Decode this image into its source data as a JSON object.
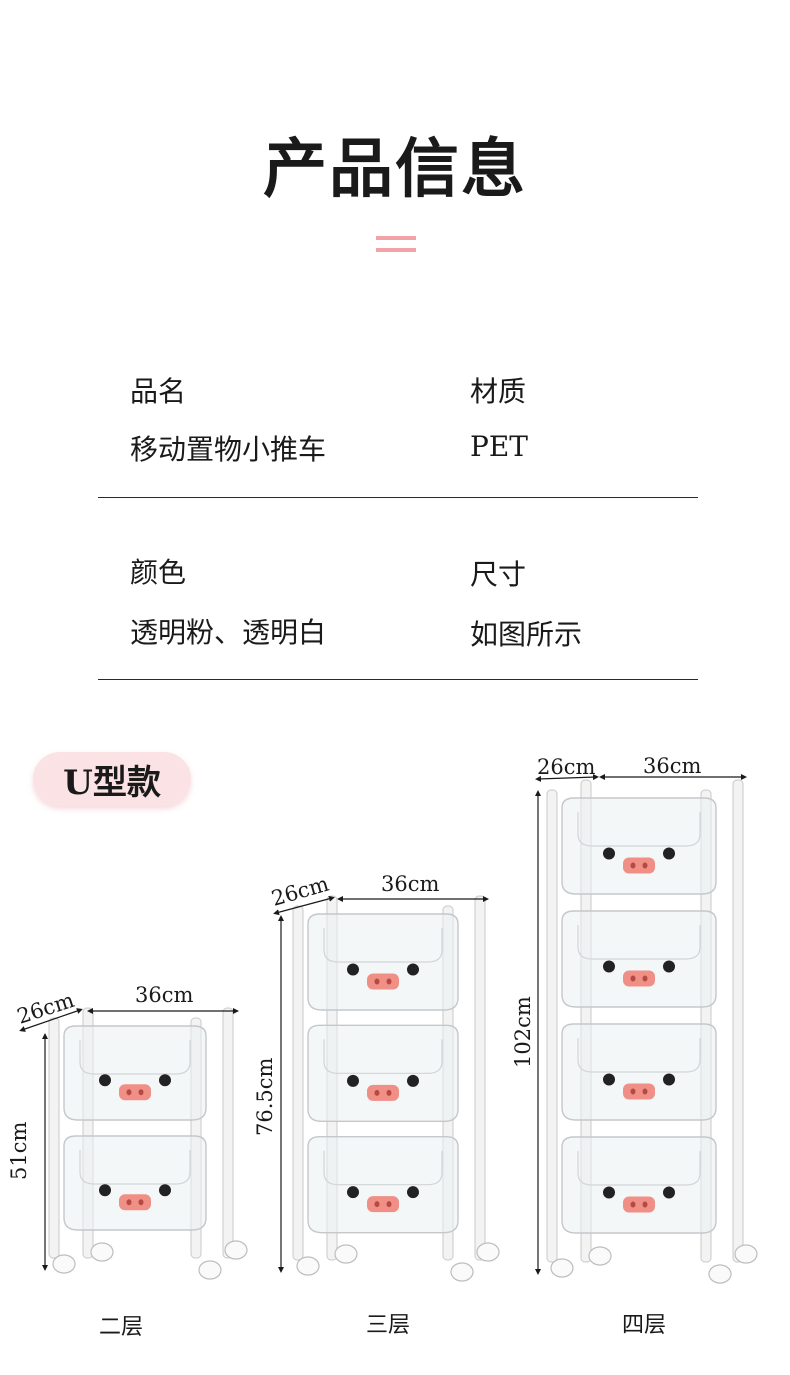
{
  "header": {
    "title": "产品信息"
  },
  "info": {
    "row1": {
      "k1": "品名",
      "v1": "移动置物小推车",
      "k2": "材质",
      "v2": "PET"
    },
    "row2": {
      "k1": "颜色",
      "v1": "透明粉、透明白",
      "k2": "尺寸",
      "v2": "如图所示"
    }
  },
  "badge": {
    "label": "U型款"
  },
  "carts": [
    {
      "tiers": "二层",
      "depth": "26cm",
      "width": "36cm",
      "height": "51cm"
    },
    {
      "tiers": "三层",
      "depth": "26cm",
      "width": "36cm",
      "height": "76.5cm"
    },
    {
      "tiers": "四层",
      "depth": "26cm",
      "width": "36cm",
      "height": "102cm"
    }
  ],
  "colors": {
    "accent": "#f2a3a8",
    "nose": "#f08f86",
    "badge_bg": "#fbe3e5"
  }
}
